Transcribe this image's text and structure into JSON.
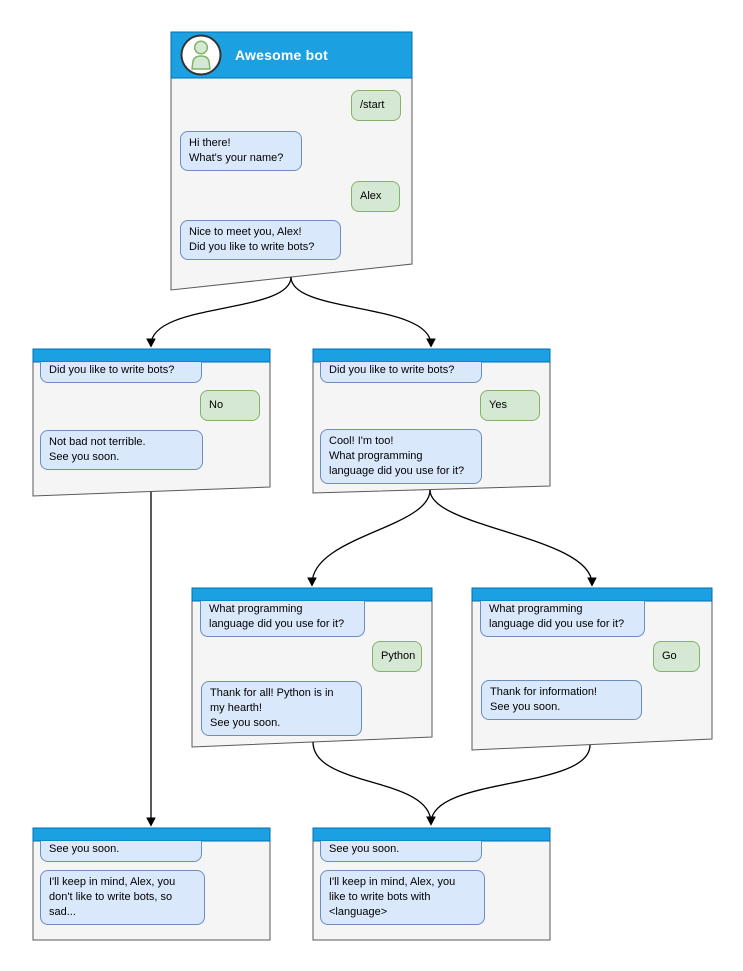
{
  "diagram": {
    "type": "chatbot-conversation-flowchart",
    "colors": {
      "header_blue": "#1BA1E2",
      "header_border": "#006EAF",
      "window_fill": "#F5F5F5",
      "window_border": "#595959",
      "bot_bubble_fill": "#DAE8FC",
      "bot_bubble_border": "#6C8EBF",
      "user_bubble_fill": "#D5E8D4",
      "user_bubble_border": "#82B366",
      "arrow": "#000000"
    },
    "icons": {
      "avatar_icon": "person"
    }
  },
  "windows": {
    "main": {
      "title": "Awesome bot",
      "messages": [
        {
          "sender": "user",
          "text": "/start"
        },
        {
          "sender": "bot",
          "text": "Hi there!\nWhat's your name?"
        },
        {
          "sender": "user",
          "text": "Alex"
        },
        {
          "sender": "bot",
          "text": "Nice to meet you, Alex!\nDid you like to write bots?"
        }
      ]
    },
    "branch_no": {
      "messages": [
        {
          "sender": "bot",
          "text": "Did you like to write bots?"
        },
        {
          "sender": "user",
          "text": "No"
        },
        {
          "sender": "bot",
          "text": "Not bad not terrible.\nSee you soon."
        }
      ]
    },
    "branch_yes": {
      "messages": [
        {
          "sender": "bot",
          "text": "Did you like to write bots?"
        },
        {
          "sender": "user",
          "text": "Yes"
        },
        {
          "sender": "bot",
          "text": "Cool! I'm too!\nWhat programming\nlanguage did you use for it?"
        }
      ]
    },
    "lang_python": {
      "messages": [
        {
          "sender": "bot",
          "text": "What programming\nlanguage did you use for it?"
        },
        {
          "sender": "user",
          "text": "Python"
        },
        {
          "sender": "bot",
          "text": "Thank for all! Python is in\nmy hearth!\nSee you soon."
        }
      ]
    },
    "lang_go": {
      "messages": [
        {
          "sender": "bot",
          "text": "What programming\nlanguage did you use for it?"
        },
        {
          "sender": "user",
          "text": "Go"
        },
        {
          "sender": "bot",
          "text": "Thank for information!\nSee you soon."
        }
      ]
    },
    "end_no": {
      "messages": [
        {
          "sender": "bot",
          "text": "See you soon."
        },
        {
          "sender": "bot",
          "text": "I'll keep in mind, Alex, you\ndon't like to write bots, so\nsad..."
        }
      ]
    },
    "end_yes": {
      "messages": [
        {
          "sender": "bot",
          "text": "See you soon."
        },
        {
          "sender": "bot",
          "text": "I'll keep in mind, Alex, you\nlike to write bots with\n<language>"
        }
      ]
    }
  }
}
